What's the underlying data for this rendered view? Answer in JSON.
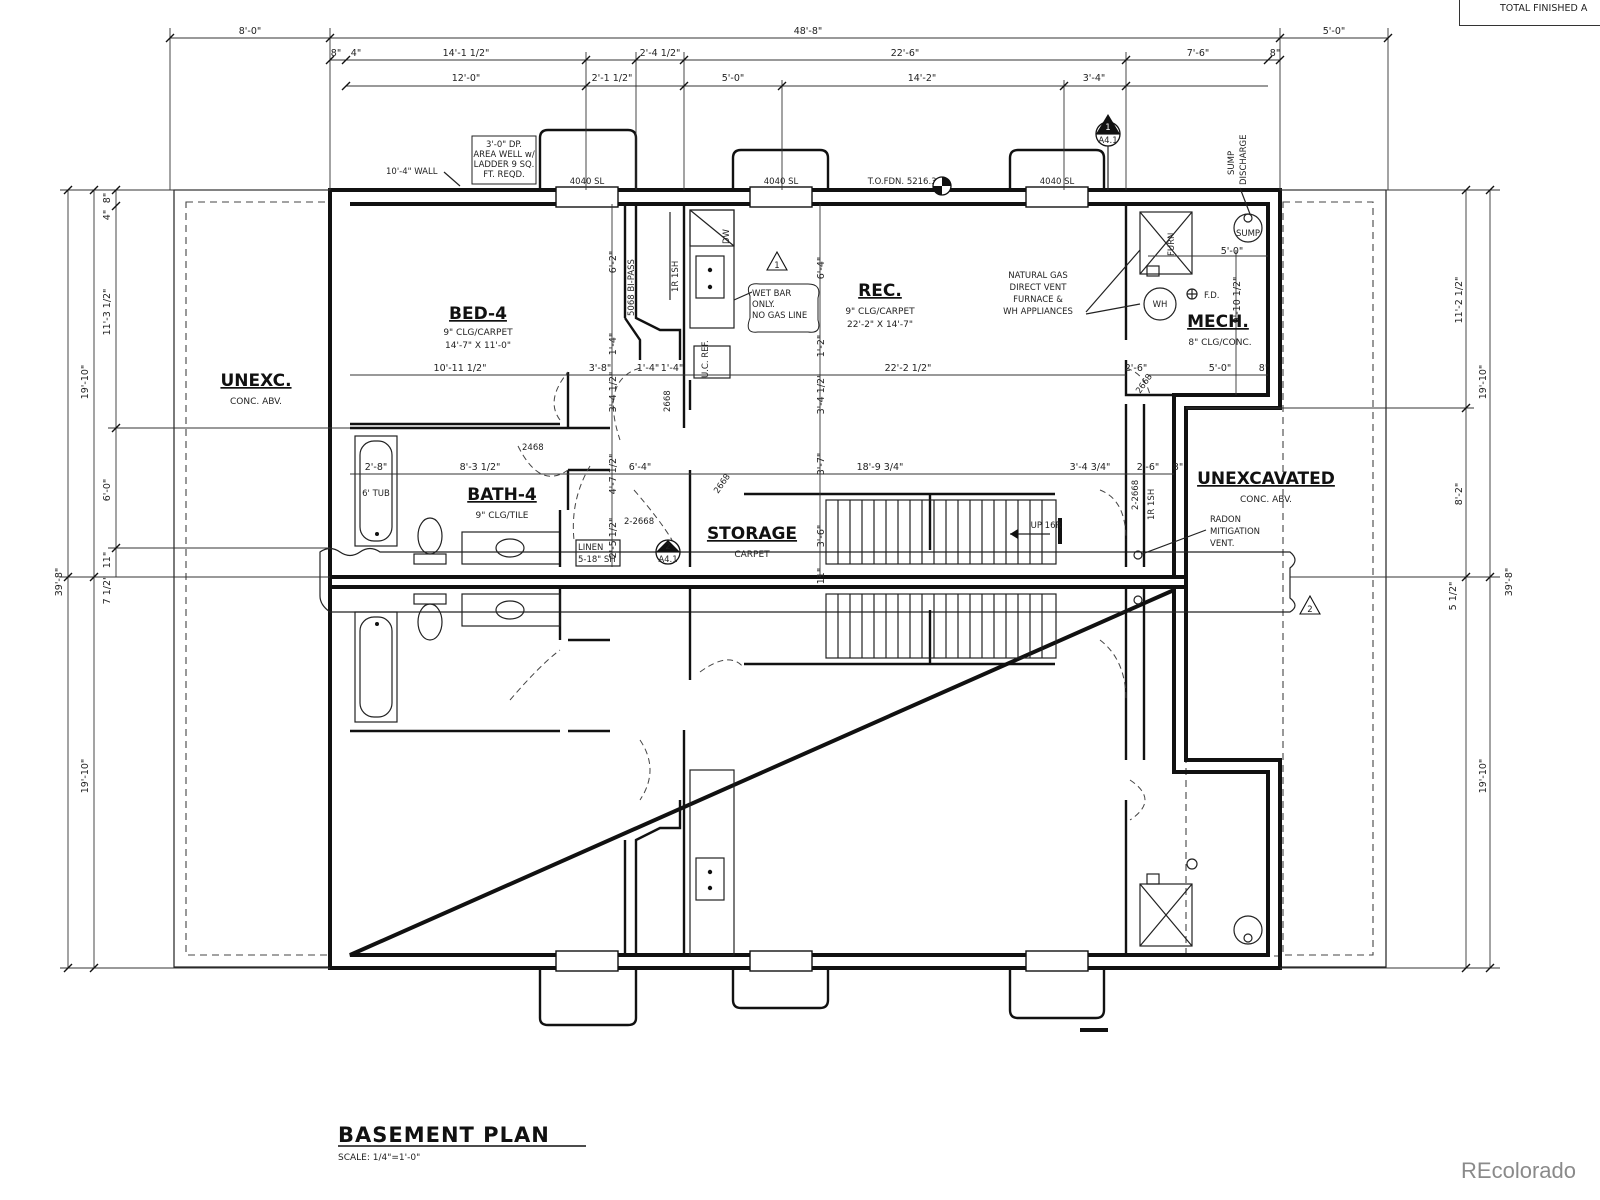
{
  "corner_note": "TOTAL FINISHED A",
  "watermark": "REcolorado",
  "plan_title": "BASEMENT PLAN",
  "plan_scale": "SCALE: 1/4\"=1'-0\"",
  "rooms": {
    "bed4": {
      "name": "BED-4",
      "ceiling": "9\" CLG/CARPET",
      "size": "14'-7\" X 11'-0\""
    },
    "rec": {
      "name": "REC.",
      "ceiling": "9\" CLG/CARPET",
      "size": "22'-2\" X 14'-7\""
    },
    "mech": {
      "name": "MECH.",
      "ceiling": "8\" CLG/CONC."
    },
    "bath4": {
      "name": "BATH-4",
      "ceiling": "9\" CLG/TILE"
    },
    "storage": {
      "name": "STORAGE",
      "floor": "CARPET"
    },
    "unexc": {
      "name": "UNEXC.",
      "note": "CONC. ABV."
    },
    "unexcavated": {
      "name": "UNEXCAVATED",
      "note": "CONC. ABV."
    }
  },
  "notes": {
    "area_well": [
      "3'-0\" DP.",
      "AREA WELL w/",
      "LADDER 9 SQ.",
      "FT. REQD."
    ],
    "wall": "10'-4\" WALL",
    "window_a": "4040 SL",
    "window_b": "4040 SL",
    "window_c": "4040 SL",
    "tofdn": "T.O.FDN. 5216.31'",
    "sump_discharge": [
      "SUMP",
      "DISCHARGE"
    ],
    "sump": "SUMP",
    "furn": "FURN",
    "wh": "WH",
    "fd": "F.D.",
    "gas": [
      "NATURAL GAS",
      "DIRECT VENT",
      "FURNACE &",
      "WH APPLIANCES"
    ],
    "wet_bar": [
      "WET BAR",
      "ONLY.",
      "NO GAS LINE"
    ],
    "bipass": "5068 BI-PASS",
    "shelf": "1R 1SH",
    "shelf2": "1R 1SH",
    "uc_ref": "U.C. REF.",
    "dw": "DW",
    "tub": "6' TUB",
    "linen": [
      "LINEN",
      "5-18\" SH"
    ],
    "door_2468": "2468",
    "door_2668a": "2668",
    "door_2668b": "2-2668",
    "door_2668c": "2668",
    "door_2668d": "2-2668",
    "door_2668e": "2668",
    "up": "UP 16R",
    "radon": [
      "RADON",
      "MITIGATION",
      "VENT."
    ],
    "section_ref": "A4.1",
    "section_no": "1",
    "detail_ref": "A4.1",
    "detail_no": "2",
    "rev1": "1",
    "rev2": "2"
  },
  "dims": {
    "top_total": "48'-8\"",
    "top_left": "8'-0\"",
    "top_right": "5'-0\"",
    "row2": [
      "8\"",
      "4\"",
      "14'-1 1/2\"",
      "2'-4 1/2\"",
      "22'-6\"",
      "7'-6\"",
      "8\""
    ],
    "row3": [
      "12'-0\"",
      "2'-1 1/2\"",
      "5'-0\"",
      "14'-2\"",
      "3'-4\""
    ],
    "interior": {
      "bed_w": "10'-11 1/2\"",
      "bed_mid": "3'-8\"",
      "c1": "1'-4\"",
      "c2": "1'-4\"",
      "rec_w": "22'-2 1/2\"",
      "mech_a": "2'-6\"",
      "mech_b": "5'-0\"",
      "mech_c": "8\"",
      "bath_a": "2'-8\"",
      "bath_b": "8'-3 1/2\"",
      "bath_c": "6'-4\"",
      "stor_w": "18'-9 3/4\"",
      "stor_b": "3'-4 3/4\"",
      "stor_c": "2'-6\"",
      "stor_d": "8\"",
      "v1": "6'-2\"",
      "v2": "1'-4\"",
      "v3": "3'-4 1/2\"",
      "v4": "4'-7 1/2\"",
      "v5": "2'-5 1/2\"",
      "v6": "6'-4\"",
      "v7": "1'-2\"",
      "v8": "3'-4 1/2\"",
      "v9": "3'-7\"",
      "v10": "3'-6\"",
      "v11": "11\"",
      "m1": "5'-0\"",
      "m2": "9'-10 1/2\""
    },
    "left": [
      "8\"",
      "4\"",
      "11'-3 1/2\"",
      "6'-0\"",
      "11\"",
      "7 1/2\"",
      "19'-10\"",
      "19'-10\"",
      "39'-8\""
    ],
    "right": [
      "11'-2 1/2\"",
      "8'-2\"",
      "5 1/2\"",
      "19'-10\"",
      "19'-10\"",
      "39'-8\""
    ]
  }
}
